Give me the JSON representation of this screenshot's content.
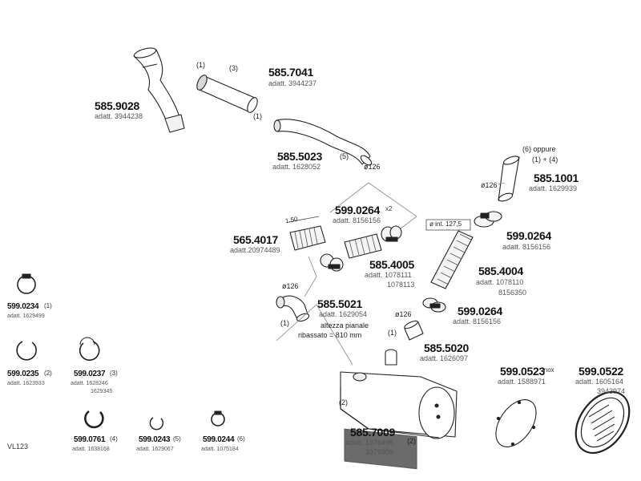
{
  "page": {
    "code": "VL123"
  },
  "parts": [
    {
      "id": "p5859028",
      "number": "585.9028",
      "ref": "adatt. 3944238",
      "qty": ""
    },
    {
      "id": "p5857041",
      "number": "585.7041",
      "ref": "adatt. 3944237",
      "qty": ""
    },
    {
      "id": "p5855023",
      "number": "585.5023",
      "ref": "adatt. 1628052",
      "qty": ""
    },
    {
      "id": "p5851001",
      "number": "585.1001",
      "ref": "adatt. 1629939",
      "qty": ""
    },
    {
      "id": "p5990264a",
      "number": "599.0264",
      "ref": "adatt. 8156156",
      "qty": "x2"
    },
    {
      "id": "p5654017",
      "number": "565.4017",
      "ref": "adatt.20974489",
      "qty": ""
    },
    {
      "id": "p5990264b",
      "number": "599.0264",
      "ref": "adatt. 8156156",
      "qty": ""
    },
    {
      "id": "p5854005",
      "number": "585.4005",
      "ref": "adatt. 1078111",
      "ref2": "1078113",
      "qty": ""
    },
    {
      "id": "p5854004",
      "number": "585.4004",
      "ref": "adatt. 1078110",
      "ref2": "8156350",
      "qty": ""
    },
    {
      "id": "p5855021",
      "number": "585.5021",
      "ref": "adatt. 1629054",
      "qty": ""
    },
    {
      "id": "p5990264c",
      "number": "599.0264",
      "ref": "adatt. 8156156",
      "qty": ""
    },
    {
      "id": "p5855020",
      "number": "585.5020",
      "ref": "adatt. 1626097",
      "qty": ""
    },
    {
      "id": "p5857009",
      "number": "585.7009",
      "ref": "adatt. 1676496",
      "ref2": "3979909",
      "qty": ""
    },
    {
      "id": "p5990523",
      "number": "599.0523",
      "ref": "adatt. 1588971",
      "qty": "",
      "suffix": "inox"
    },
    {
      "id": "p5990522",
      "number": "599.0522",
      "ref": "adatt. 1605164",
      "ref2": "3943974",
      "qty": ""
    },
    {
      "id": "p5990234",
      "number": "599.0234",
      "ref": "adatt. 1629499",
      "qty": "(1)"
    },
    {
      "id": "p5990235",
      "number": "599.0235",
      "ref": "adatt. 1623933",
      "qty": "(2)"
    },
    {
      "id": "p5990237",
      "number": "599.0237",
      "ref": "adatt. 1628246",
      "ref2": "1629345",
      "qty": "(3)"
    },
    {
      "id": "p5990761",
      "number": "599.0761",
      "ref": "adatt. 1638168",
      "qty": "(4)"
    },
    {
      "id": "p5990243",
      "number": "599.0243",
      "ref": "adatt. 1629067",
      "qty": "(5)"
    },
    {
      "id": "p5990244",
      "number": "599.0244",
      "ref": "adatt. 1075184",
      "qty": "(6)"
    }
  ],
  "callouts": {
    "c1a": "(1)",
    "c3": "(3)",
    "c1b": "(1)",
    "c5": "(5)",
    "c6": "(6) oppure",
    "c1plus4": "(1) + (4)",
    "c1c": "(1)",
    "c1d": "(1)",
    "c2a": "(2)",
    "c2b": "(2)"
  },
  "dimensions": {
    "d126a": "ø126",
    "d126b": "ø126",
    "d126c": "ø126",
    "d126d": "ø126",
    "int": "ø int. 127,5",
    "len": "1.50",
    "note1": "altezza pianale",
    "note2": "ribassato = 810 mm"
  }
}
